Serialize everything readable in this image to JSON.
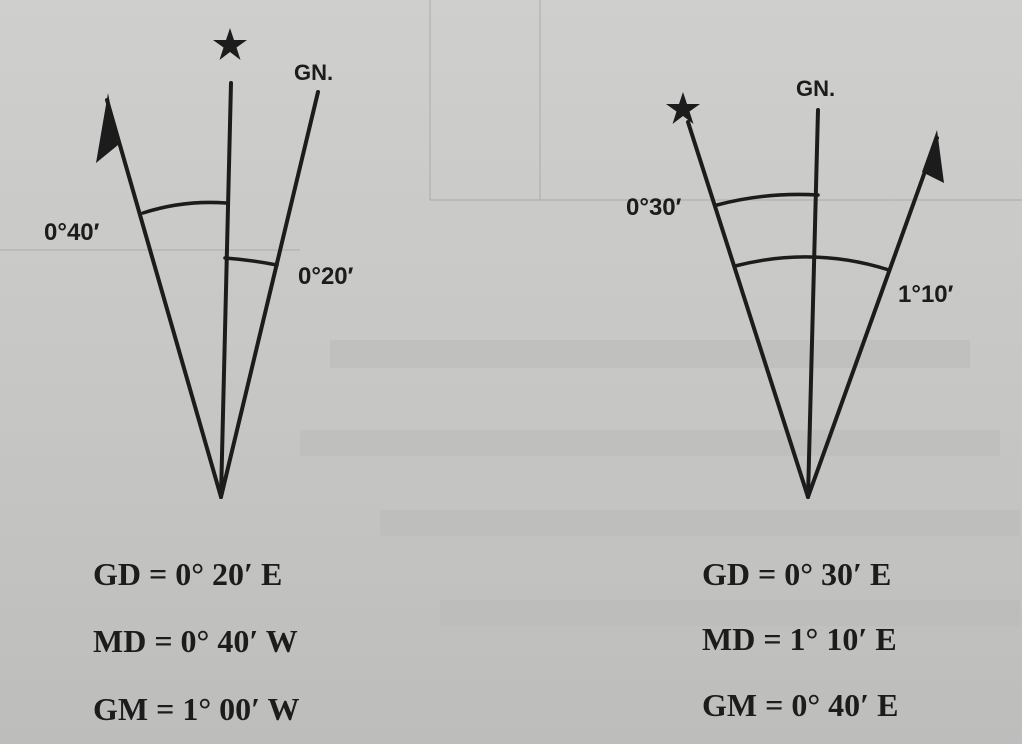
{
  "left_diagram": {
    "gn_label": "GN.",
    "angle_magnetic": "0°40′",
    "angle_grid": "0°20′",
    "gd": "GD = 0° 20′ E",
    "md": "MD = 0° 40′ W",
    "gm": "GM = 1° 00′ W"
  },
  "right_diagram": {
    "gn_label": "GN.",
    "angle_star": "0°30′",
    "angle_magnetic": "1°10′",
    "gd": "GD = 0° 30′ E",
    "md": "MD = 1° 10′ E",
    "gm": "GM = 0° 40′ E"
  },
  "icons": {
    "star": "star-icon",
    "half_arrow": "half-arrowhead-icon"
  },
  "colors": {
    "ink": "#1c1c1c",
    "paper": "#c9c9c7"
  }
}
